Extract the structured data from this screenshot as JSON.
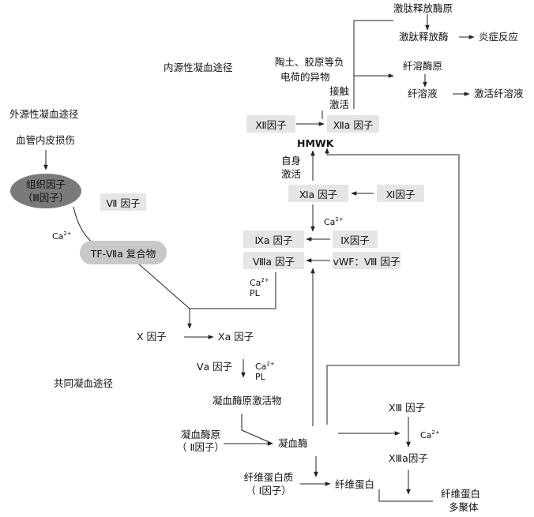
{
  "headings": {
    "intrinsic": "内源性凝血途径",
    "extrinsic": "外源性凝血途径",
    "common": "共同凝血途径"
  },
  "kinin": {
    "prekallikrein": "激肽释放酶原",
    "kallikrein": "激肽释放酶",
    "inflammation": "炎症反应"
  },
  "fibrinolysis": {
    "plasminogen": "纤溶酶原",
    "plasmin": "纤溶液",
    "activate": "激活纤溶液"
  },
  "contact": {
    "surface_line1": "陶土、胶原等负",
    "surface_line2": "电荷的异物",
    "activation_line1": "接触",
    "activation_line2": "激活"
  },
  "intrinsic_factors": {
    "f12": "Ⅻ因子",
    "f12a": "Ⅻa 因子",
    "hmwk": "HMWK",
    "self_line1": "自身",
    "self_line2": "激活",
    "f11a": "Ⅺa 因子",
    "f11": "Ⅺ因子",
    "f9a": "Ⅸa 因子",
    "f9": "Ⅸ因子",
    "f8a": "Ⅷa 因子",
    "vwf": "vWF：Ⅷ 因子"
  },
  "extrinsic_factors": {
    "injury": "血管内皮损伤",
    "tissue_factor_line1": "组织因子",
    "tissue_factor_line2": "（Ⅲ因子）",
    "f7": "Ⅶ 因子",
    "complex": "TF-Ⅶa 复合物"
  },
  "cofactors": {
    "ca": "Ca",
    "ca_sup": "2+",
    "pl": "PL"
  },
  "common_factors": {
    "f10": "Ⅹ 因子",
    "f10a": "Ⅹa 因子",
    "f5a": "Ⅴa 因子",
    "prothrombinase": "凝血酶原激活物",
    "prothrombin_line1": "凝血酶原",
    "prothrombin_line2": "（ Ⅱ因子）",
    "thrombin": "凝血酶",
    "f13": "ⅩⅢ 因子",
    "f13a": "ⅩⅢa因子",
    "fibrinogen_line1": "纤维蛋白质",
    "fibrinogen_line2": "（ Ⅰ因子）",
    "fibrin": "纤维蛋白",
    "polymer_line1": "纤维蛋白",
    "polymer_line2": "多聚体"
  },
  "colors": {
    "line": "#222222",
    "box_fill": "#e5e5e5",
    "ellipse_fill": "#7a7a7a",
    "pill_fill": "#c8c8c8"
  }
}
